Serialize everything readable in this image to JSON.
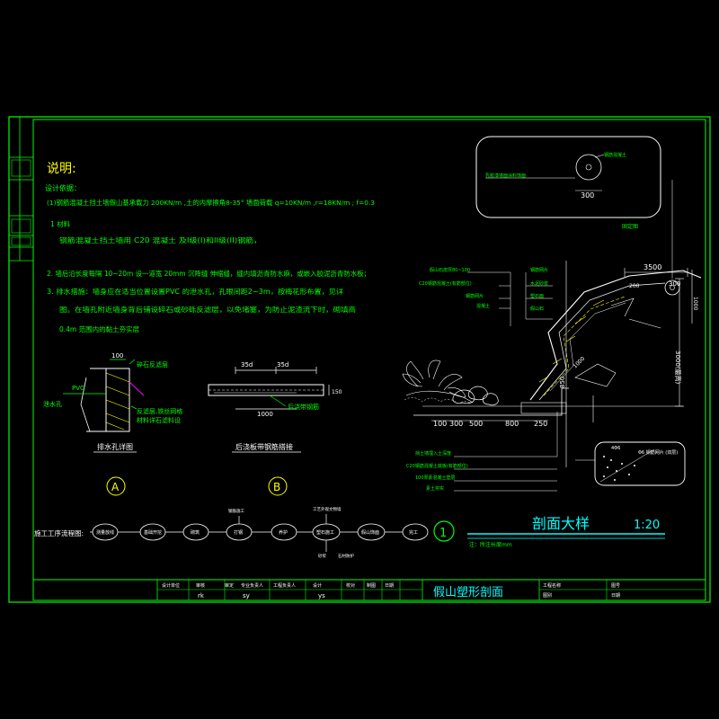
{
  "colors": {
    "background": "#000000",
    "green": "#00ff00",
    "white": "#ffffff",
    "yellow": "#ffff00",
    "cyan": "#00ffff",
    "magenta": "#ff00ff"
  },
  "notes": {
    "title": "说明:",
    "design_basis": "设计依据：",
    "line1": "(1)钢筋混凝土挡土墙假山基承载力 200KN/m ,土的内摩擦角8-35° 墙面荷载 q=10KN/m ,r=18KN/m ; f=0.3",
    "item1": "1  材料",
    "item1_detail": "钢筋混凝土挡土墙用 C20 混凝土 及I级(I)和II级(II)钢筋，",
    "item2": "2. 墙后沿长度每隔 10~20m 设一道宽 20mm 沉降缝 伸缩缝，缝内填沥青防水麻，或嵌入胶泥沥青防水板；",
    "item3": "3. 排水措施：墙身应在适当位置设置PVC 的泄水孔，孔眼间距2~3m，按梅花形布置，见详",
    "item3_cont": "图。在墙孔附近墙身背后铺设碎石或砂砾反滤层，以免堵塞，为防止泥渣流下时，砌填高",
    "item3_cont2": "0.4m 范围内的黏土夯实层"
  },
  "detail_a": {
    "dim": "100",
    "label1": "碎石反滤层",
    "label2": "PVC",
    "label3": "泄水孔",
    "label4": "反滤层,铁丝网格",
    "label5": "材料详石滤料设",
    "caption": "排水孔详图",
    "marker": "A"
  },
  "detail_b": {
    "dim_left": "35d",
    "dim_right": "35d",
    "dim_len": "1000",
    "dim_h": "150",
    "label": "后浇带钢筋",
    "caption": "后浇板带钢筋搭接",
    "marker": "B"
  },
  "process": {
    "title": "施工工序流程图:",
    "steps": [
      "测量放线",
      "基础开挖",
      "砌筑",
      "打钢",
      "养护",
      "塑石施工",
      "假山饰面",
      "完工"
    ],
    "top_notes": [
      "钢筋施工",
      "工艺外观文物墙"
    ],
    "bottom_notes": [
      "砂浆",
      "石材防护"
    ]
  },
  "section": {
    "marker": "1",
    "title": "剖面大样",
    "scale": "1:20",
    "note": "注：所注长度mm",
    "dims": {
      "top": "3500",
      "d300": "300",
      "h3000": "3000(最高)",
      "h1000": "1000",
      "h850": "850",
      "b100": "100",
      "b300": "300",
      "b500": "500",
      "b800": "800",
      "b250": "250",
      "d200": "200",
      "d1000": "1000"
    },
    "labels_left": [
      "假山石皮厚80~100",
      "C20钢筋混凝土(有筋部位)",
      "钢筋网片",
      "混凝土"
    ],
    "labels_right": [
      "钢筋网片",
      "水泥砂浆",
      "塑石面",
      "假山石"
    ],
    "labels_bottom": [
      "挡土墙埋入土深度",
      "C20钢筋混凝土底板(有筋部位)",
      "100厚素混凝土垫层",
      "素土夯实"
    ]
  },
  "inset_top": {
    "label": "乳胶漆墙面涂料饰面",
    "label2": "钢筋混凝土",
    "dim": "300",
    "caption": "固定图"
  },
  "inset_bottom": {
    "label": "Φ6 钢筋网片 (双层)",
    "dim": "4Φ6"
  },
  "title_block": {
    "left_labels": [
      "设计单位",
      "审核",
      "审定",
      "专业负责人",
      "工程负责人",
      "设计",
      "校对",
      "制图",
      "日期"
    ],
    "drawing_title": "假山塑形剖面",
    "project_label": "工程名称",
    "number_label": "图号",
    "date_label": "日期",
    "sheet_label": "图别"
  }
}
